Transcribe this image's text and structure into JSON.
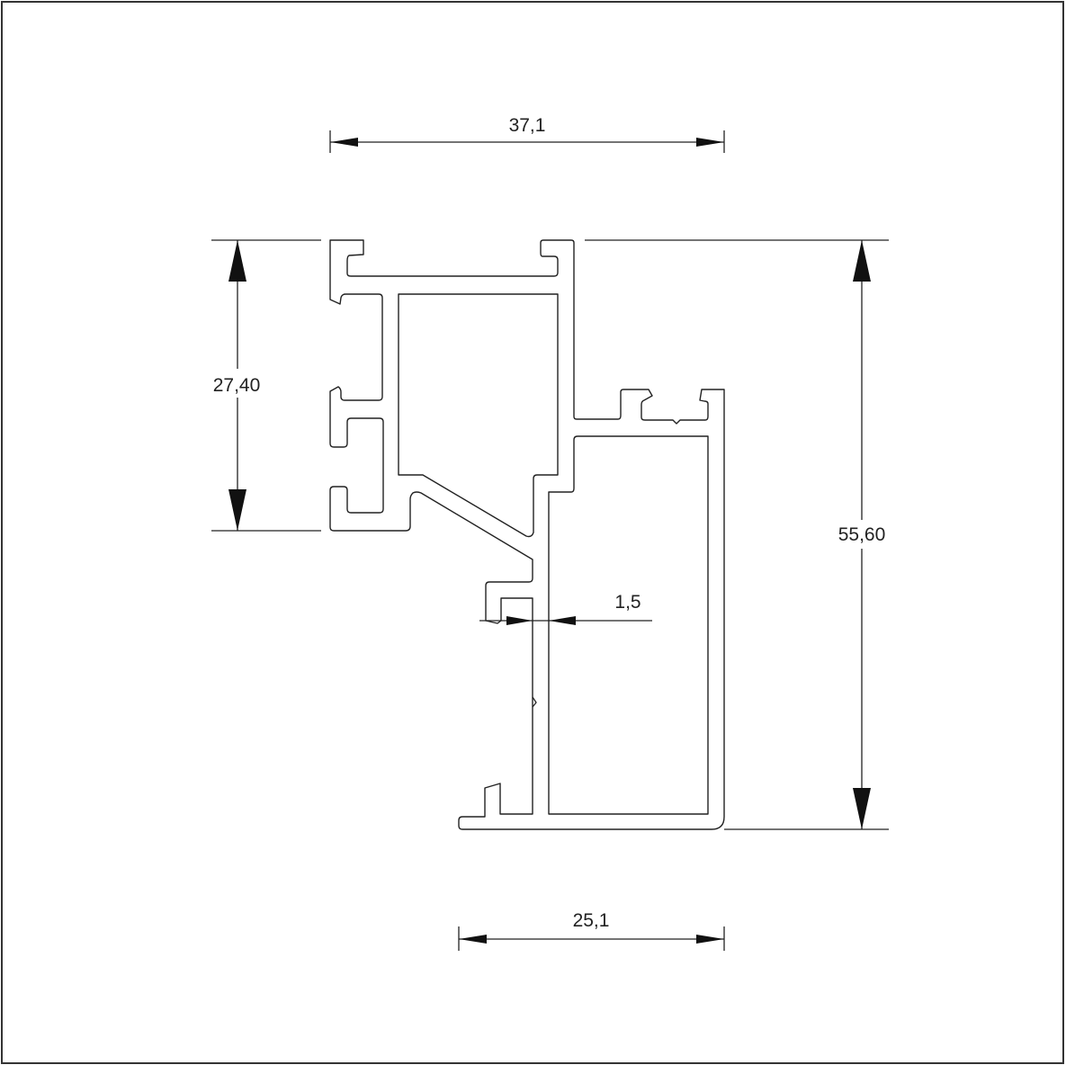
{
  "drawing": {
    "dimensions": {
      "top_width": "37,1",
      "left_height": "27,40",
      "right_height": "55,60",
      "bottom_width": "25,1",
      "wall_thickness": "1,5"
    },
    "colors": {
      "line": "#222222",
      "background": "#ffffff"
    }
  }
}
